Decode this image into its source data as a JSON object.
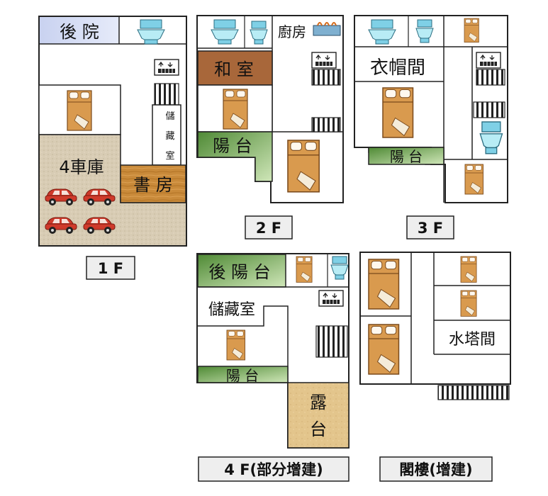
{
  "floors": {
    "f1": {
      "label": "1 F"
    },
    "f2": {
      "label": "2 F"
    },
    "f3": {
      "label": "3 F"
    },
    "f4": {
      "label": "4 F(部分增建)"
    },
    "attic": {
      "label": "閣樓(增建)"
    }
  },
  "rooms": {
    "f1_backyard": "後 院",
    "f1_garage": "4車庫",
    "f1_study": "書 房",
    "f1_storage": [
      "儲",
      "藏",
      "室"
    ],
    "f2_kitchen": "廚房",
    "f2_washitsu": "和 室",
    "f2_balcony": "陽 台",
    "f3_closet": "衣帽間",
    "f3_balcony": "陽 台",
    "f4_rear_balcony": "後 陽 台",
    "f4_storage": "儲藏室",
    "f4_balcony": "陽 台",
    "f4_terrace": [
      "露",
      "台"
    ],
    "attic_watertower": "水塔間"
  },
  "colors": {
    "wall": "#222222",
    "backyard_fill": "#d5dcf0",
    "washitsu_fill": "#a8673a",
    "balcony_fill": "#6b9c46",
    "garage_fill": "#d8ccb4",
    "study_fill": "#c98a3a",
    "terrace_fill": "#e3c58c",
    "bed_fill": "#d99a4e",
    "car_fill": "#cf3a2b",
    "toilet_fill": "#7fd0e6"
  }
}
